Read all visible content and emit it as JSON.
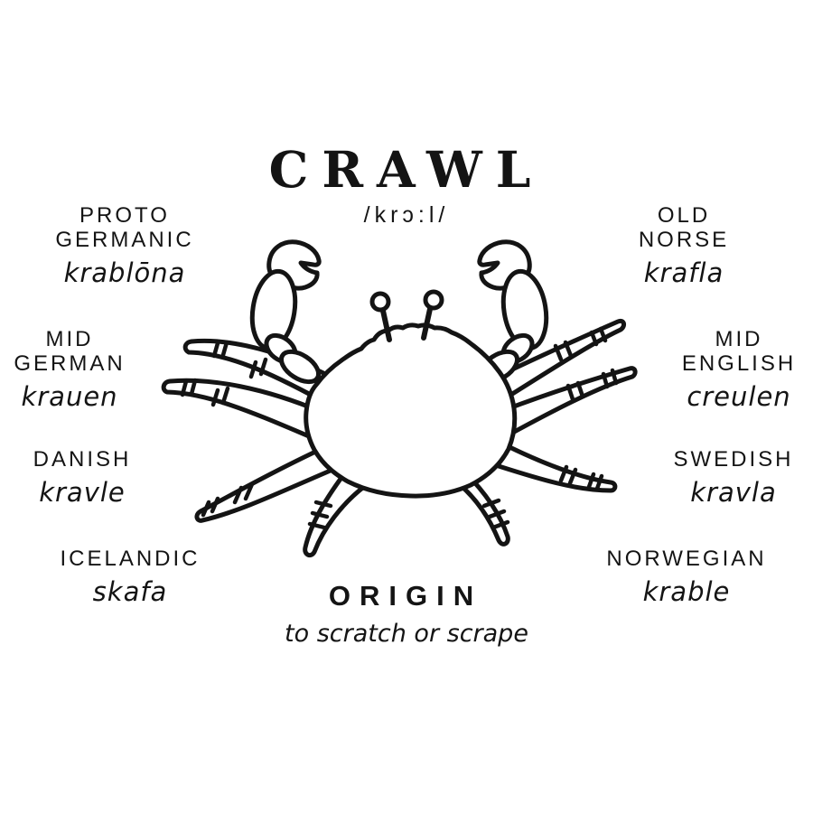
{
  "page": {
    "background": "#ffffff",
    "ink": "#141414"
  },
  "title": {
    "word": "CRAWL",
    "pronunciation": "/krɔ:l/"
  },
  "origin": {
    "label": "ORIGIN",
    "meaning": "to scratch or scrape"
  },
  "etymologies": [
    {
      "language": "PROTO GERMANIC",
      "word": "krablōna",
      "position": "upper-left"
    },
    {
      "language": "OLD NORSE",
      "word": "krafla",
      "position": "upper-right"
    },
    {
      "language": "MID GERMAN",
      "word": "krauen",
      "position": "mid-left"
    },
    {
      "language": "MID ENGLISH",
      "word": "creulen",
      "position": "mid-right"
    },
    {
      "language": "DANISH",
      "word": "kravle",
      "position": "lower-left"
    },
    {
      "language": "SWEDISH",
      "word": "kravla",
      "position": "lower-right"
    },
    {
      "language": "ICELANDIC",
      "word": "skafa",
      "position": "bottom-left"
    },
    {
      "language": "NORWEGIAN",
      "word": "krable",
      "position": "bottom-right"
    }
  ],
  "illustration": {
    "subject": "crab",
    "style": "hand-drawn black line art"
  }
}
